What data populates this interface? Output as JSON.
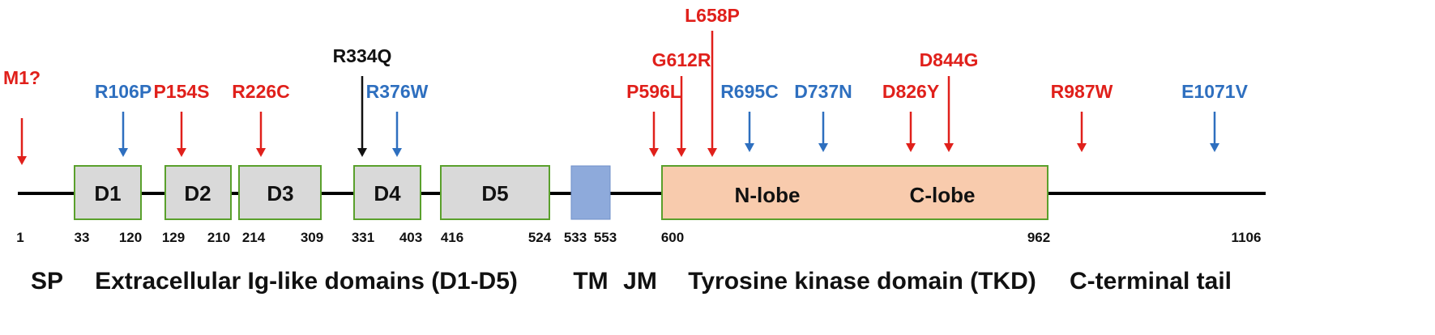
{
  "colors": {
    "backbone": "#000000",
    "ig_domain_fill": "#d9d9d9",
    "ig_domain_stroke": "#5aa02c",
    "tm_fill": "#8eaadb",
    "tkd_fill": "#f8cbad",
    "red": "#e0201b",
    "blue": "#2e6fbf",
    "black": "#111111"
  },
  "domains": [
    {
      "id": "d1",
      "label": "D1"
    },
    {
      "id": "d2",
      "label": "D2"
    },
    {
      "id": "d3",
      "label": "D3"
    },
    {
      "id": "d4",
      "label": "D4"
    },
    {
      "id": "d5",
      "label": "D5"
    },
    {
      "id": "tm",
      "label": ""
    },
    {
      "id": "tkd",
      "label": ""
    }
  ],
  "tkd_lobes": [
    "N-lobe",
    "C-lobe"
  ],
  "positions": [
    "1",
    "33",
    "120",
    "129",
    "210",
    "214",
    "309",
    "331",
    "403",
    "416",
    "524",
    "533",
    "553",
    "600",
    "962",
    "1106"
  ],
  "regions": [
    "SP",
    "Extracellular Ig-like domains (D1-D5)",
    "TM",
    "JM",
    "Tyrosine kinase domain (TKD)",
    "C-terminal tail"
  ],
  "mutations": [
    {
      "label": "M1?",
      "color": "red"
    },
    {
      "label": "R106P",
      "color": "blue"
    },
    {
      "label": "P154S",
      "color": "red"
    },
    {
      "label": "R226C",
      "color": "red"
    },
    {
      "label": "R334Q",
      "color": "black"
    },
    {
      "label": "R376W",
      "color": "blue"
    },
    {
      "label": "P596L",
      "color": "red"
    },
    {
      "label": "G612R",
      "color": "red"
    },
    {
      "label": "L658P",
      "color": "red"
    },
    {
      "label": "R695C",
      "color": "blue"
    },
    {
      "label": "D737N",
      "color": "blue"
    },
    {
      "label": "D826Y",
      "color": "red"
    },
    {
      "label": "D844G",
      "color": "red"
    },
    {
      "label": "R987W",
      "color": "red"
    },
    {
      "label": "E1071V",
      "color": "blue"
    }
  ]
}
